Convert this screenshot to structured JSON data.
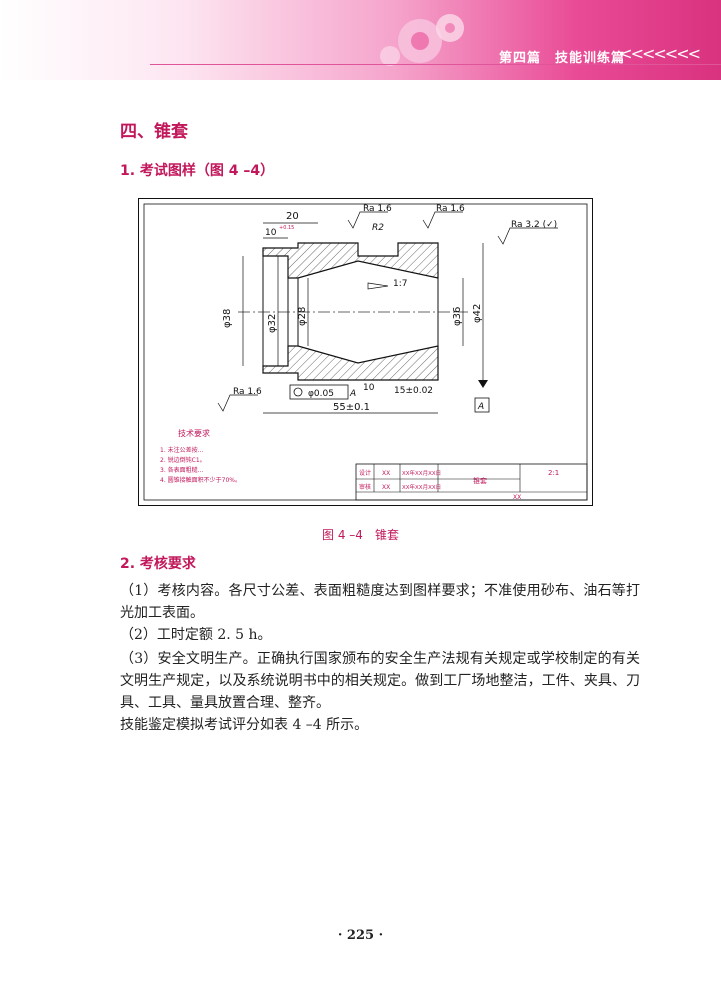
{
  "header": {
    "text": "第四篇　技能训练篇",
    "chevrons": "<<<<<<<",
    "accent_color": "#e94b96"
  },
  "section": {
    "title": "四、锥套",
    "subtitle": "1. 考试图样（图 4 –4）"
  },
  "drawing": {
    "dim_top": "20",
    "dim_10": "10",
    "dim_10_tol": "+0.15",
    "radius": "R2",
    "ra_top_left": "Ra 1.6",
    "ra_top_right": "Ra 1.6",
    "ra_general": "Ra 3.2 (✓)",
    "ra_bottom_left": "Ra 1.6",
    "taper": "1:7",
    "dia_38": "φ38",
    "dia_32": "φ32",
    "dia_28": "φ28",
    "dia_36": "φ36",
    "dia_42": "φ42",
    "runout": "φ0.05",
    "datum_ref": "A",
    "dim_10_bottom": "10",
    "dim_15": "15±0.02",
    "dim_55": "55±0.1",
    "datum_label": "A",
    "tech_req_title": "技术要求",
    "tech_req_lines": [
      "1. 未注公差按…",
      "2. 锐边倒钝C1。",
      "3. 各表面粗糙…",
      "4. 圆锥接触面积不少于70%。"
    ],
    "title_block": {
      "design": "设计",
      "check": "审核",
      "xx1": "XX",
      "xx2": "XX",
      "date1": "XX年XX月XX日",
      "date2": "XX年XX月XX日",
      "part_name": "锥套",
      "scale": "2:1",
      "org": "XX"
    }
  },
  "caption": "图 4 –4　锥套",
  "requirements": {
    "title": "2. 考核要求",
    "p1": "（1）考核内容。各尺寸公差、表面粗糙度达到图样要求；不准使用砂布、油石等打光加工表面。",
    "p2": "（2）工时定额 2. 5 h。",
    "p3": "（3）安全文明生产。正确执行国家颁布的安全生产法规有关规定或学校制定的有关文明生产规定，以及系统说明书中的相关规定。做到工厂场地整洁，工件、夹具、刀具、工具、量具放置合理、整齐。",
    "p4": "技能鉴定模拟考试评分如表 4 –4 所示。"
  },
  "page_number": "· 225 ·"
}
